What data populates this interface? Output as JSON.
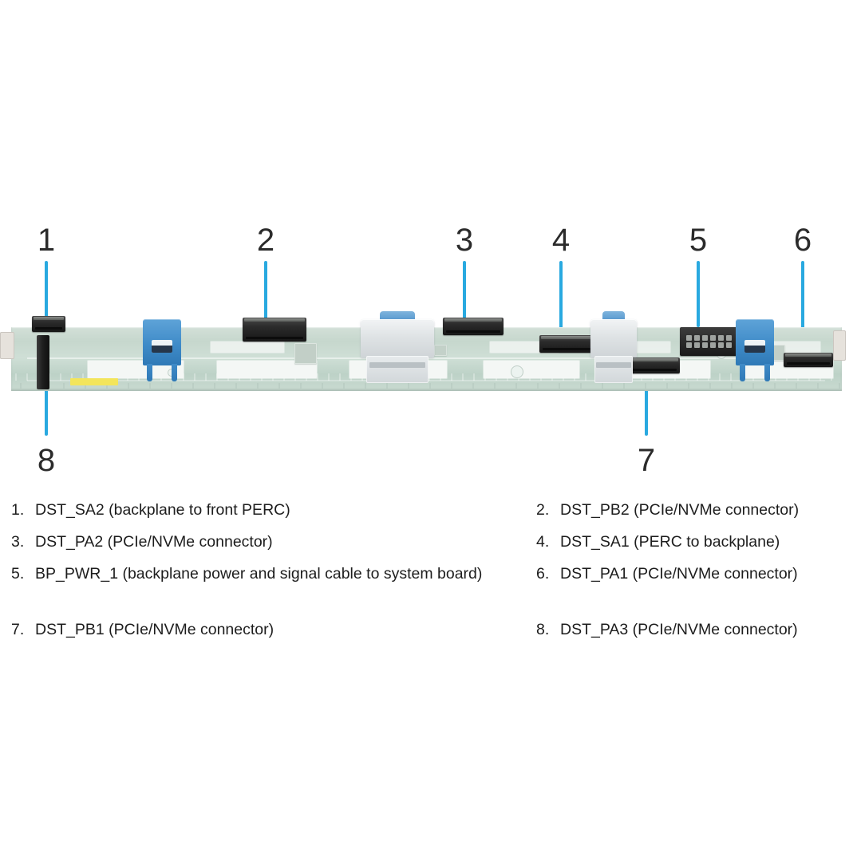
{
  "figure": {
    "title": "Backplane cable connector callout diagram",
    "component": "server drive backplane",
    "callouts": [
      {
        "id": "1",
        "number": "1",
        "target": "DST_SA2 connector"
      },
      {
        "id": "2",
        "number": "2",
        "target": "DST_PB2 connector"
      },
      {
        "id": "3",
        "number": "3",
        "target": "DST_PA2 connector"
      },
      {
        "id": "4",
        "number": "4",
        "target": "DST_SA1 connector"
      },
      {
        "id": "5",
        "number": "5",
        "target": "BP_PWR_1 connector"
      },
      {
        "id": "6",
        "number": "6",
        "target": "DST_PA1 connector"
      },
      {
        "id": "7",
        "number": "7",
        "target": "DST_PB1 connector"
      },
      {
        "id": "8",
        "number": "8",
        "target": "DST_PA3 connector"
      }
    ],
    "colors": {
      "leader_line": "#29a9e0",
      "callout_number": "#2b2b2b",
      "pcb_green": "#c6d7cd",
      "latch_blue": "#3f8bc8",
      "connector_black": "#1f1f1f",
      "label_yellow": "#f3e55b",
      "bracket_gray": "#dfe3e5"
    }
  },
  "legend": {
    "left": [
      {
        "num": "1.",
        "text": "DST_SA2 (backplane to front PERC)"
      },
      {
        "num": "3.",
        "text": "DST_PA2 (PCIe/NVMe connector)"
      },
      {
        "num": "5.",
        "text": "BP_PWR_1 (backplane power and signal cable to system board)"
      },
      {
        "num": "7.",
        "text": "DST_PB1 (PCIe/NVMe connector)"
      }
    ],
    "right": [
      {
        "num": "2.",
        "text": "DST_PB2 (PCIe/NVMe connector)"
      },
      {
        "num": "4.",
        "text": "DST_SA1 (PERC to backplane)"
      },
      {
        "num": "6.",
        "text": "DST_PA1 (PCIe/NVMe connector)"
      },
      {
        "num": "8.",
        "text": "DST_PA3 (PCIe/NVMe connector)"
      }
    ]
  }
}
